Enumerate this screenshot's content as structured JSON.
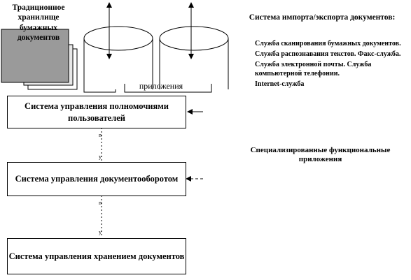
{
  "paper_storage_label": "Традиционное хранилище бумажных документов",
  "cylinder_label": "приложения",
  "boxes": {
    "authority": "Система управления полномочиями пользователей",
    "workflow": "Система управления документооборотом",
    "storage": "Система управления хранением документов"
  },
  "import_export": {
    "title": "Система импорта/экспорта документов:",
    "items": [
      "Служба сканирования бумажных документов.",
      "Служба распознавания текстов. Факс-служба.",
      "Служба электронной почты. Служба компьютерной телефонии.",
      "Internet-служба"
    ]
  },
  "specialized_apps": "Специализированные функциональные приложения",
  "link_marks": [
    "n",
    "y",
    "n",
    "y"
  ]
}
